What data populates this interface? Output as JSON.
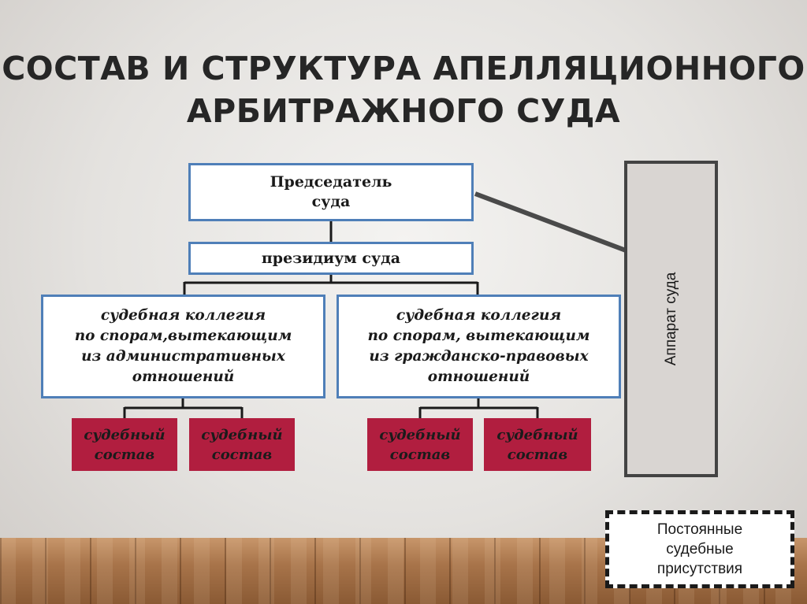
{
  "title": {
    "line1": "СОСТАВ И СТРУКТУРА АПЕЛЛЯЦИОННОГО",
    "line2": "АРБИТРАЖНОГО СУДА"
  },
  "chairman": {
    "line1": "Председатель",
    "line2": "суда"
  },
  "presidium": {
    "label": "президиум суда"
  },
  "colleges": [
    {
      "line1": "судебная коллегия",
      "line2": "по спорам,вытекающим",
      "line3": "из административных",
      "line4": "отношений"
    },
    {
      "line1": "судебная коллегия",
      "line2": "по спорам, вытекающим",
      "line3": "из гражданско-правовых",
      "line4": "отношений"
    }
  ],
  "panels": [
    {
      "line1": "судебный",
      "line2": "состав"
    },
    {
      "line1": "судебный",
      "line2": "состав"
    },
    {
      "line1": "судебный",
      "line2": "состав"
    },
    {
      "line1": "судебный",
      "line2": "состав"
    }
  ],
  "apparatus": {
    "label": "Аппарат суда"
  },
  "permanent_presence": {
    "line1": "Постоянные",
    "line2": "судебные",
    "line3": "присутствия"
  },
  "colors": {
    "box_border": "#4f7fb8",
    "panel_fill": "#b11e3f",
    "apparatus_fill": "#d9d5d2",
    "connector": "#1a1a1a"
  }
}
